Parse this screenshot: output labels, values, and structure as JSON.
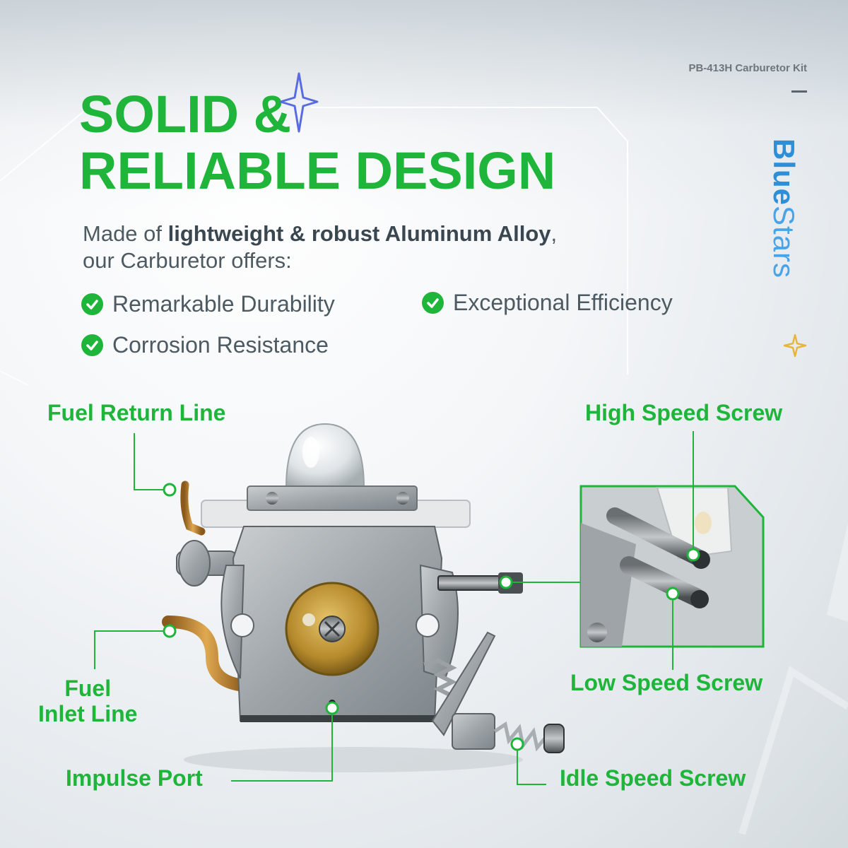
{
  "product_code": "PB-413H Carburetor Kit",
  "brand": {
    "part1": "Blue",
    "part2": "Stars"
  },
  "headline": {
    "line1": "SOLID &",
    "line2": "RELIABLE DESIGN"
  },
  "intro": {
    "prefix": "Made of ",
    "bold": "lightweight & robust Aluminum Alloy",
    "suffix": ",",
    "line2": "our Carburetor offers:"
  },
  "features": [
    "Remarkable Durability",
    "Exceptional Efficiency",
    "Corrosion Resistance"
  ],
  "callouts": {
    "fuel_return": "Fuel Return Line",
    "high_speed": "High Speed Screw",
    "fuel_inlet_line1": "Fuel",
    "fuel_inlet_line2": "Inlet Line",
    "low_speed": "Low Speed Screw",
    "impulse": "Impulse Port",
    "idle_speed": "Idle Speed Screw"
  },
  "colors": {
    "accent_green": "#1eb53a",
    "brand_blue": "#2d8fd8",
    "text_gray": "#4d5a62",
    "star_gold": "#e8b43a"
  },
  "icons": [
    "check-circle-icon",
    "sparkle-star-icon",
    "brand-star-icon"
  ]
}
